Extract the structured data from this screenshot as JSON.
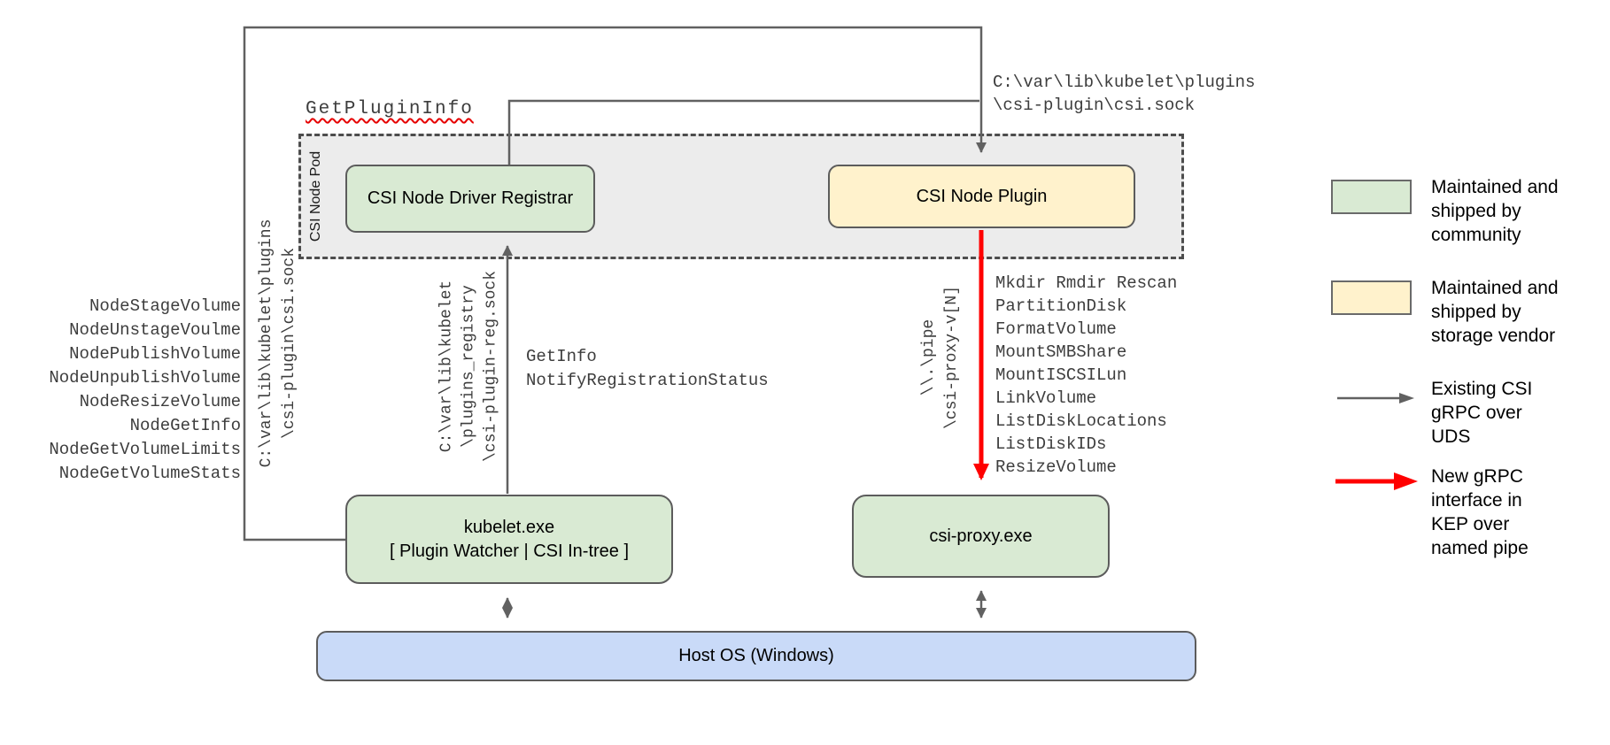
{
  "diagram": {
    "pod": {
      "label": "CSI Node Pod"
    },
    "boxes": {
      "registrar": "CSI Node Driver Registrar",
      "plugin": "CSI Node Plugin",
      "kubelet": [
        "kubelet.exe",
        "[ Plugin Watcher | CSI In-tree ]"
      ],
      "csi_proxy": "csi-proxy.exe",
      "host_os": "Host OS (Windows)"
    },
    "edge_labels": {
      "get_plugin_info": "GetPluginInfo",
      "csi_sock_top": [
        "C:\\var\\lib\\kubelet\\plugins",
        "\\csi-plugin\\csi.sock"
      ],
      "csi_sock_left": [
        "C:\\var\\lib\\kubelet\\plugins",
        "\\csi-plugin\\csi.sock"
      ],
      "registration_sock": [
        "C:\\var\\lib\\kubelet",
        "\\plugins_registry",
        "\\csi-plugin-reg.sock"
      ],
      "named_pipe": [
        "\\\\.\\pipe",
        "\\csi-proxy-v[N]"
      ],
      "registration_calls": [
        "GetInfo",
        "NotifyRegistrationStatus"
      ],
      "node_calls": [
        "NodeStageVolume",
        "NodeUnstageVoulme",
        "NodePublishVolume",
        "NodeUnpublishVolume",
        "NodeResizeVolume",
        "NodeGetInfo",
        "NodeGetVolumeLimits",
        "NodeGetVolumeStats"
      ],
      "proxy_calls": [
        "Mkdir Rmdir Rescan",
        "PartitionDisk",
        "FormatVolume",
        "MountSMBShare",
        "MountISCSILun",
        "LinkVolume",
        "ListDiskLocations",
        "ListDiskIDs",
        "ResizeVolume"
      ]
    },
    "legend": {
      "community": [
        "Maintained and",
        "shipped by",
        "community"
      ],
      "vendor": [
        "Maintained and",
        "shipped by",
        "storage vendor"
      ],
      "uds": [
        "Existing CSI",
        "gRPC over",
        "UDS"
      ],
      "pipe": [
        "New gRPC",
        "interface in",
        "KEP over",
        "named pipe"
      ]
    },
    "colors": {
      "community_green": "#d9ead3",
      "vendor_yellow": "#fff2cc",
      "host_blue": "#c9daf8",
      "pod_gray": "#ececec",
      "line_gray": "#616161",
      "new_interface_red": "#ff0000"
    }
  }
}
